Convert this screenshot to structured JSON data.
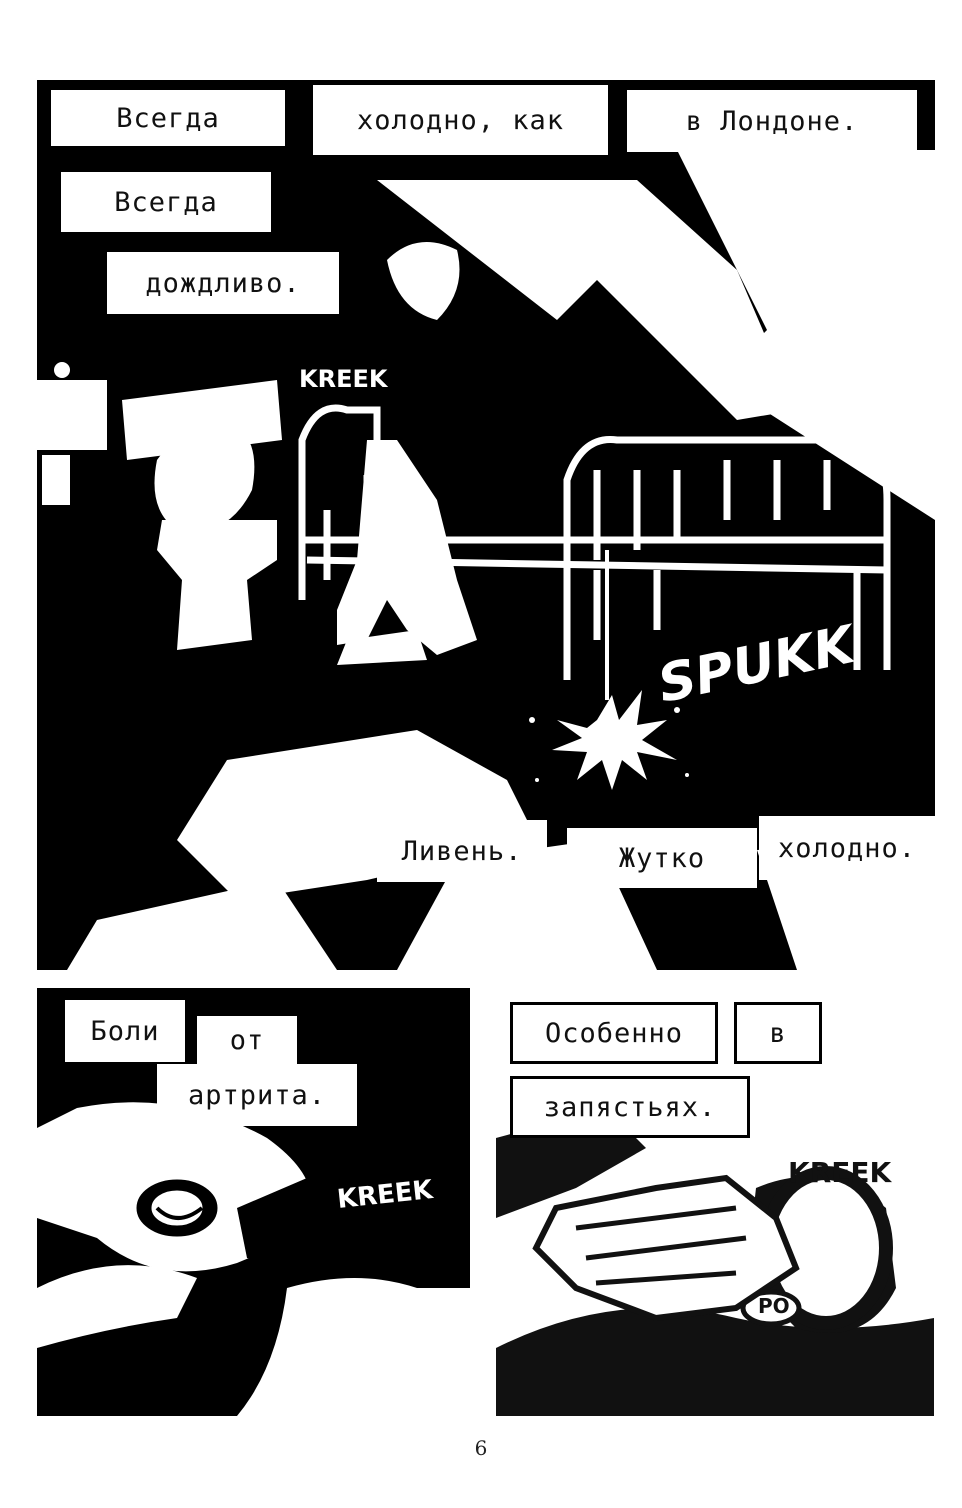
{
  "panel1": {
    "captions": [
      "Всегда",
      "холодно, как",
      "в Лондоне.",
      "Всегда",
      "дождливо.",
      "Ливень.",
      "Жутко",
      "холодно."
    ],
    "sfx_kreek": "KREEK",
    "sfx_splash": "SPUKK"
  },
  "panel2": {
    "captions": [
      "Боли",
      "от",
      "артрита."
    ],
    "sfx_kreek": "KREEK"
  },
  "panel3": {
    "captions": [
      "Особенно",
      "в",
      "запястьях."
    ],
    "sfx_kreek": "KREEK",
    "can_label": "PO"
  },
  "page_number": "6"
}
